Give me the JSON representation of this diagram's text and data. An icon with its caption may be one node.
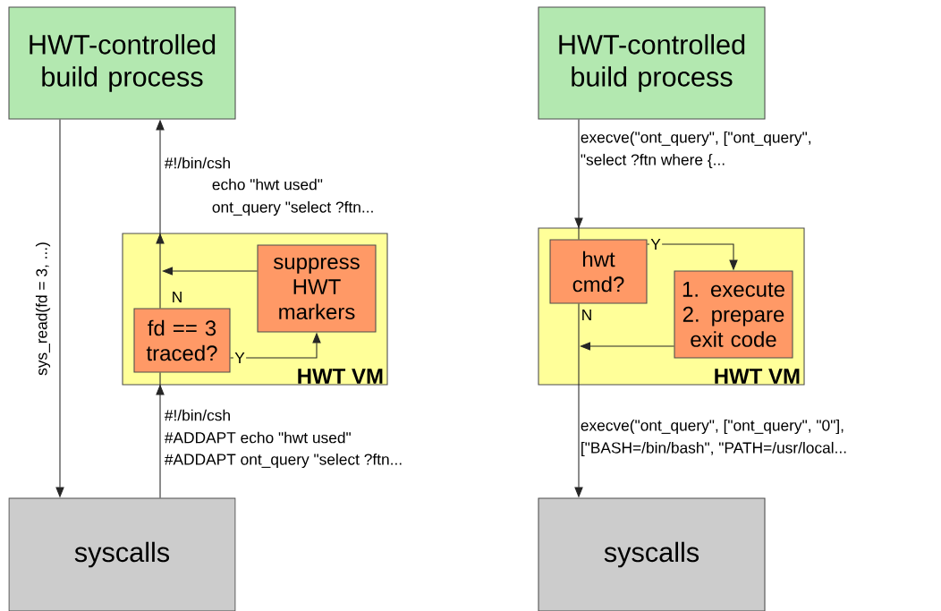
{
  "diagram": {
    "nodes": [
      {
        "text": [
          "HWT-controlled build process"
        ]
      },
      {
        "text": [
          "syscalls"
        ]
      },
      {
        "text": [
          "HWT VM"
        ]
      },
      {
        "text": [
          "fd == 3 traced?"
        ],
        "in": 2
      },
      {
        "text": [
          "suppress HWT markers"
        ],
        "in": 2
      },
      {
        "text": [
          "HWT-controlled build process"
        ]
      },
      {
        "text": [
          "HWT VM"
        ]
      },
      {
        "text": [
          "hwt cmd?"
        ],
        "in": 6
      },
      {
        "text": [
          "1. execute 2. prepare exit code"
        ],
        "in": 6
      },
      {
        "text": [
          "syscalls"
        ]
      }
    ],
    "edges": [
      {
        "from": 0,
        "to": 1,
        "arrow": "to",
        "label": "sys_read(fd = 3, ...)"
      },
      {
        "from": 1,
        "to": 3,
        "arrow": "to"
      },
      {
        "from": 3,
        "to": 0,
        "arrow": "to",
        "label": "N"
      },
      {
        "from": 3,
        "to": 4,
        "arrow": "to",
        "label": "Y"
      },
      {
        "from": 4,
        "to": null,
        "arrow": "to"
      },
      {
        "from": 5,
        "to": 7,
        "arrow": "to"
      },
      {
        "from": 7,
        "to": 9,
        "arrow": "to",
        "label": "N"
      },
      {
        "from": 7,
        "to": 8,
        "arrow": "to",
        "label": "Y"
      },
      {
        "from": 8,
        "to": null,
        "arrow": "to"
      }
    ],
    "labels": [
      "#!/bin/csh",
      "echo \"hwt used\"",
      "ont_query \"select ?ftn...",
      "execve(\"ont_query\", [\"ont_query\",",
      "\"select ?ftn where {...",
      "#!/bin/csh",
      "#ADDAPT echo \"hwt used\"",
      "#ADDAPT ont_query \"select ?ftn...",
      "execve(\"ont_query\", [\"ont_query\", \"0\"],",
      "[\"BASH=/bin/bash\", \"PATH=/usr/local..."
    ]
  }
}
